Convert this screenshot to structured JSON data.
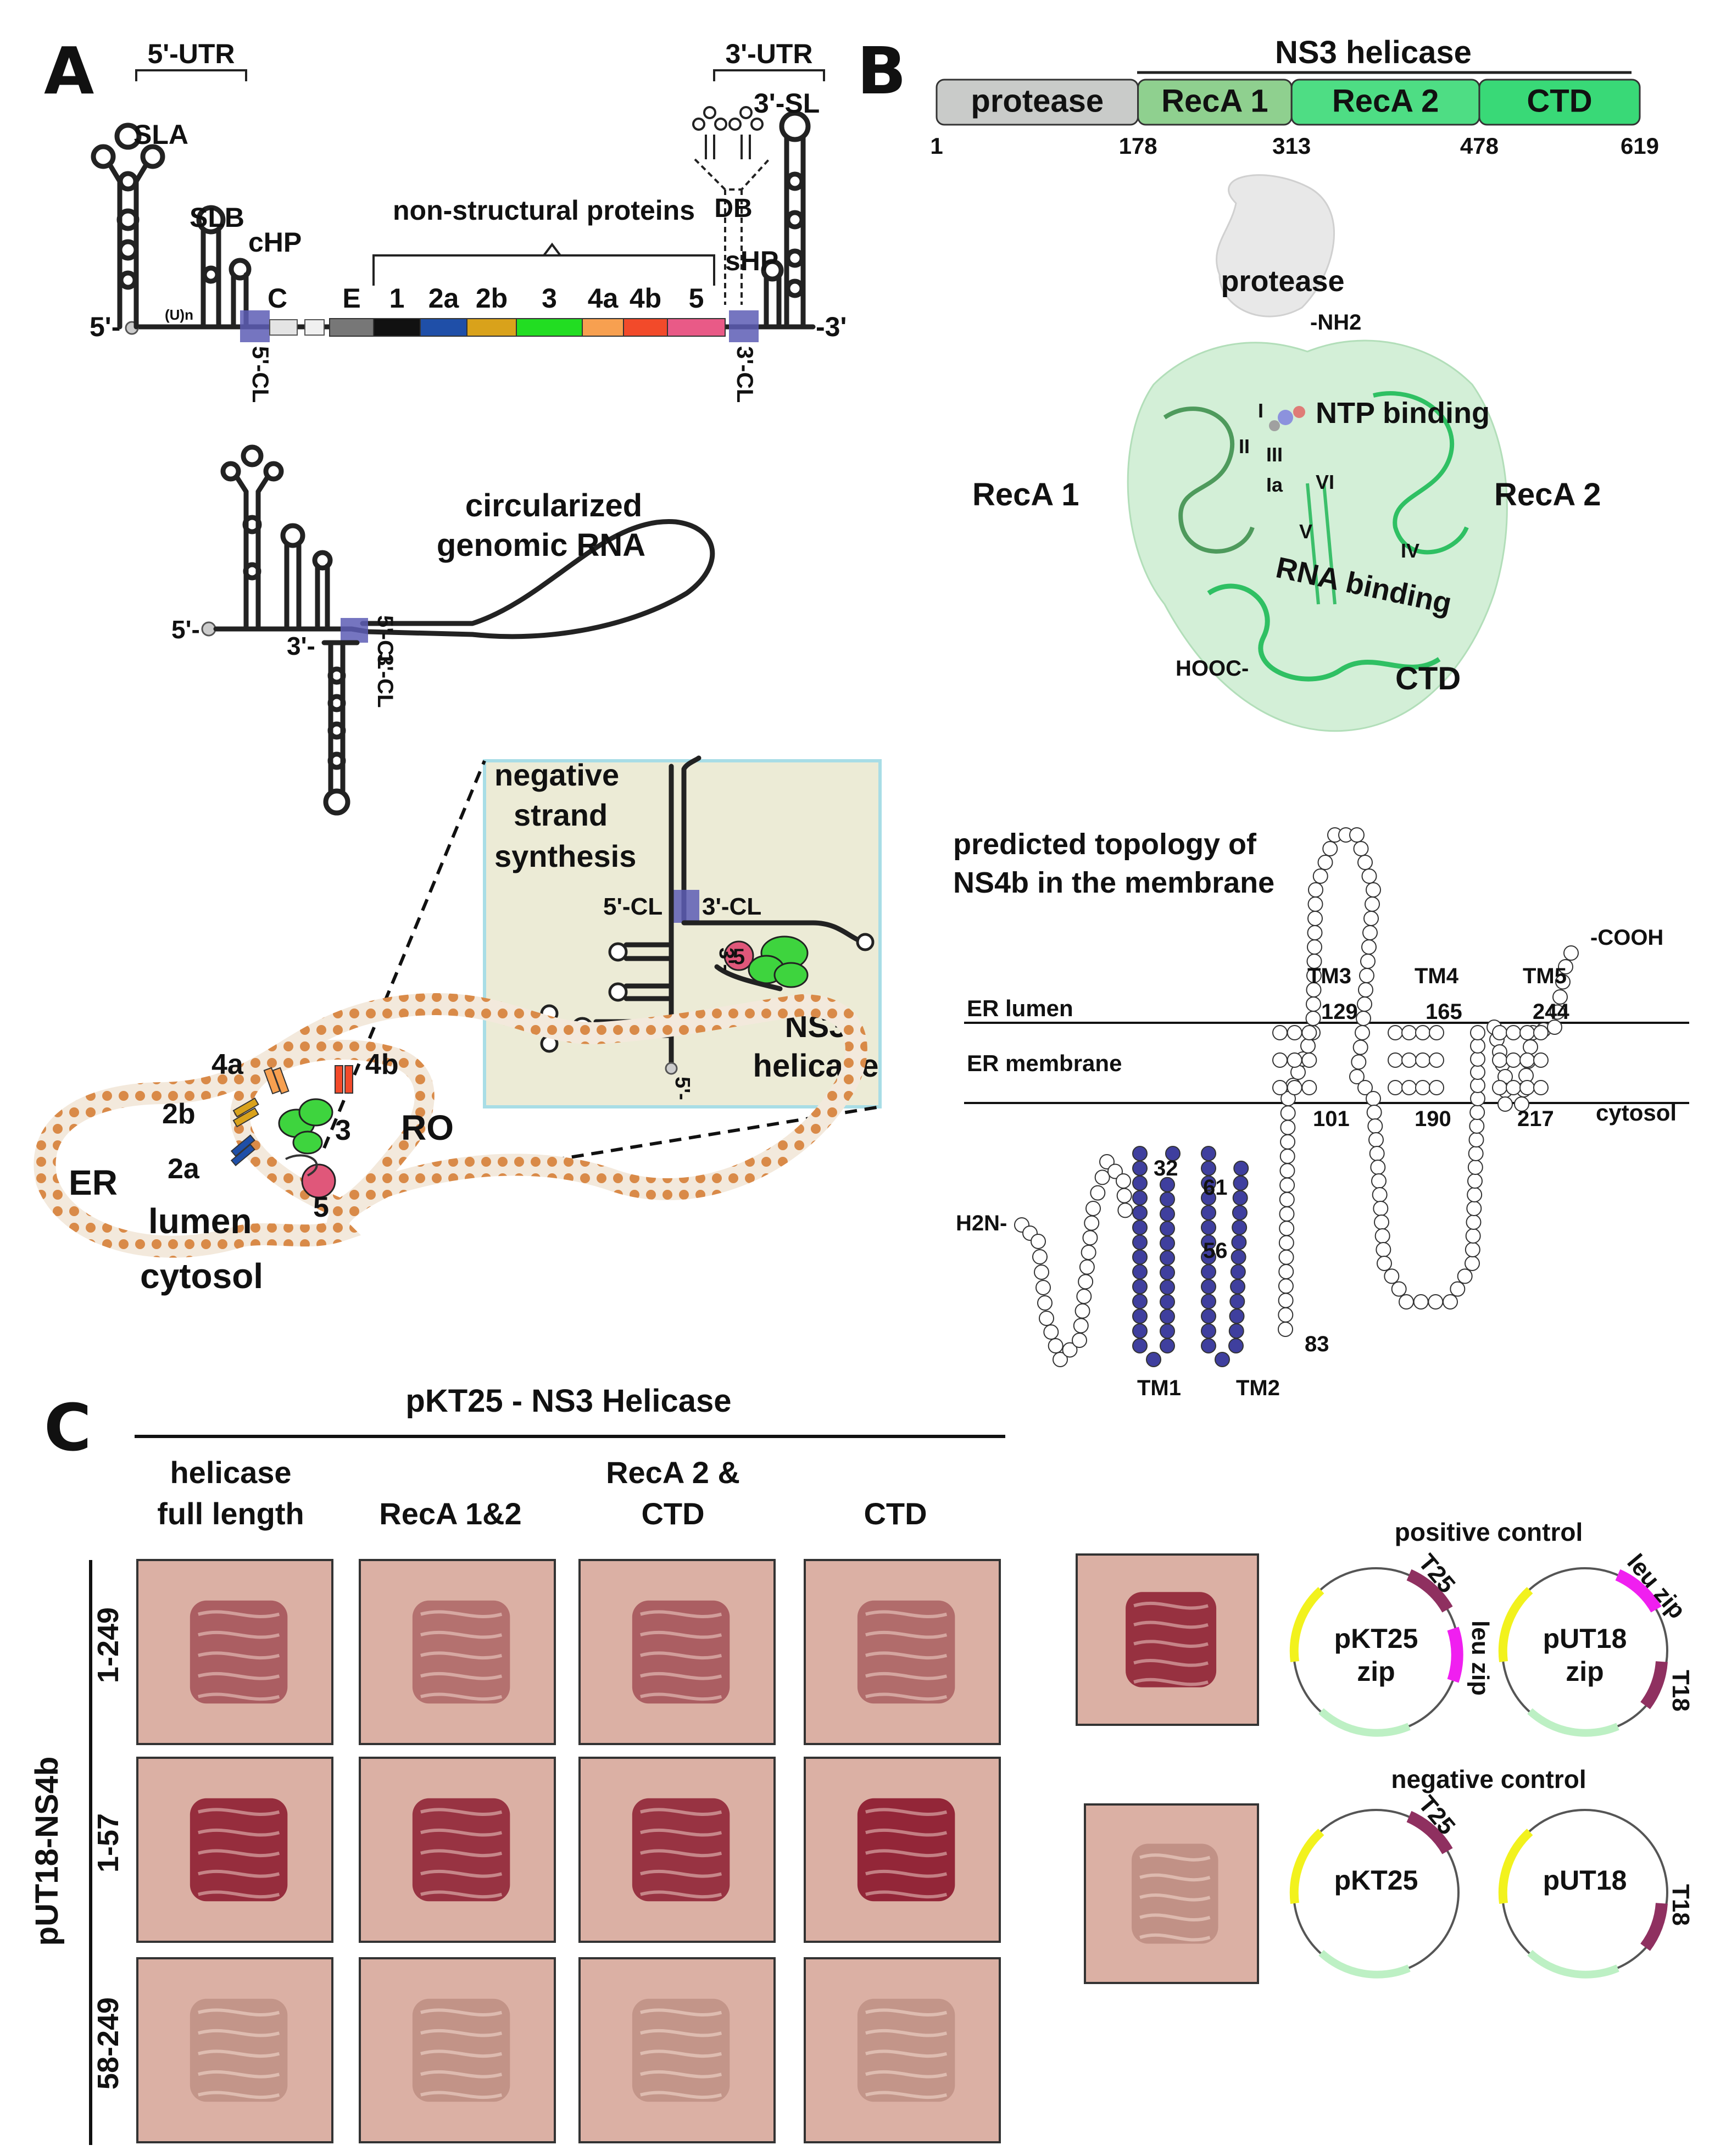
{
  "colors": {
    "protease": "#c9cbc9",
    "reca1": "#8fd08f",
    "reca2": "#4edd84",
    "ctd": "#39d977",
    "cl_box": "#5d5db5",
    "tm_fill": "#3f3f9e",
    "ns5": "#e0577a",
    "ns3": "#3ed43e",
    "plate": "#dbb0a4",
    "colony_red": "#8f1f33",
    "colony_pale": "#c9a394",
    "inset_bg": "#ecebd6",
    "t25": "#8f3060",
    "leu_zip": "#f01ff0"
  },
  "panelA": {
    "letter": "A",
    "utr5": "5'-UTR",
    "utr3": "3'-UTR",
    "sla": "SLA",
    "slb": "SLB",
    "chp": "cHP",
    "un": "(U)n",
    "sl3": "3'-SL",
    "db": "DB",
    "shp": "sHP",
    "ns_proteins": "non-structural proteins",
    "five_prime": "5'-",
    "three_prime": "-3'",
    "cl5": "5'-CL",
    "cl3": "3'-CL",
    "genes": [
      {
        "label": "C",
        "color": "#d8d8d8"
      },
      {
        "label": "E",
        "color": "#777777"
      },
      {
        "label": "1",
        "color": "#111111"
      },
      {
        "label": "2a",
        "color": "#1f4fa8"
      },
      {
        "label": "2b",
        "color": "#d9a21b"
      },
      {
        "label": "3",
        "color": "#22dd22"
      },
      {
        "label": "4a",
        "color": "#f7a050"
      },
      {
        "label": "4b",
        "color": "#f24a2a"
      },
      {
        "label": "5",
        "color": "#e95a87"
      }
    ],
    "circ_title_1": "circularized",
    "circ_title_2": "genomic RNA",
    "circ_5": "5'-",
    "circ_3": "3'-",
    "neg_1": "negative",
    "neg_2": "strand",
    "neg_3": "synthesis",
    "inset_5cl": "5'-CL",
    "inset_3cl": "3'-CL",
    "inset_3": "3'-",
    "inset_5": "5'-",
    "inset_ns5": "5",
    "ns3_1": "NS3",
    "ns3_2": "helicase",
    "er": "ER",
    "ro": "RO",
    "lumen": "lumen",
    "cytosol": "cytosol",
    "mem_labels": {
      "n4a": "4a",
      "n4b": "4b",
      "n2b": "2b",
      "n2a": "2a",
      "n3": "3",
      "n5": "5"
    }
  },
  "panelB": {
    "letter": "B",
    "ns3_title": "NS3 helicase",
    "domains": [
      {
        "label": "protease",
        "start": 1,
        "end": 178
      },
      {
        "label": "RecA 1",
        "start": 178,
        "end": 313
      },
      {
        "label": "RecA 2",
        "start": 313,
        "end": 478
      },
      {
        "label": "CTD",
        "start": 478,
        "end": 619
      }
    ],
    "positions": [
      "1",
      "178",
      "313",
      "478",
      "619"
    ],
    "struct_labels": {
      "protease": "protease",
      "nh2": "-NH2",
      "ntp": "NTP binding",
      "reca1": "RecA 1",
      "reca2": "RecA 2",
      "rna": "RNA binding",
      "hooc": "HOOC-",
      "ctd": "CTD",
      "motifs": [
        "I",
        "II",
        "III",
        "Ia",
        "VI",
        "V",
        "IV"
      ]
    },
    "topology_title_1": "predicted topology of",
    "topology_title_2": "NS4b in the membrane",
    "er_lumen": "ER lumen",
    "er_membrane": "ER  membrane",
    "cytosol": "cytosol",
    "tm_labels": [
      "TM1",
      "TM2",
      "TM3",
      "TM4",
      "TM5"
    ],
    "residue_labels": {
      "r129": "129",
      "r165": "165",
      "r244": "244",
      "r101": "101",
      "r190": "190",
      "r217": "217",
      "r32": "32",
      "r61": "61",
      "r56": "56",
      "r83": "83"
    },
    "nterm": "H2N-",
    "cterm": "-COOH"
  },
  "panelC": {
    "letter": "C",
    "title": "pKT25 - NS3 Helicase",
    "columns": [
      {
        "l1": "helicase",
        "l2": "full length"
      },
      {
        "l1": "",
        "l2": "RecA 1&2"
      },
      {
        "l1": "RecA 2 &",
        "l2": "CTD"
      },
      {
        "l1": "",
        "l2": "CTD"
      }
    ],
    "side_label": "pUT18-NS4b",
    "rows": [
      "1-249",
      "1-57",
      "58-249"
    ],
    "growth": [
      [
        0.55,
        0.4,
        0.55,
        0.45
      ],
      [
        0.95,
        0.9,
        0.9,
        1.0
      ],
      [
        0.12,
        0.14,
        0.12,
        0.12
      ]
    ],
    "positive_control": "positive  control",
    "negative_control": "negative control",
    "plasmids": {
      "pkt25zip_1": "pKT25",
      "pkt25zip_2": "zip",
      "put18zip_1": "pUT18",
      "put18zip_2": "zip",
      "pkt25": "pKT25",
      "put18": "pUT18",
      "t25": "T25",
      "t18": "T18",
      "leuzip": "leu zip"
    }
  }
}
